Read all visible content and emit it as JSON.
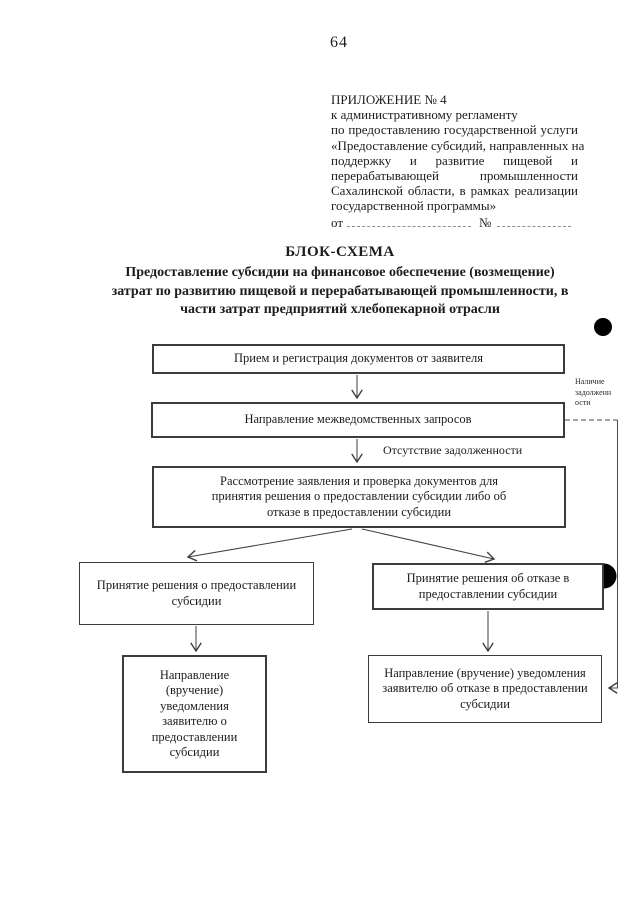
{
  "page": {
    "number": "64"
  },
  "appendix": {
    "lines": [
      "ПРИЛОЖЕНИЕ № 4",
      "к административному регламенту",
      "по предоставлению государственной услуги",
      "«Предоставление субсидий, направленных на",
      "поддержку и развитие пищевой и",
      "перерабатывающей промышленности",
      "Сахалинской области, в рамках реализации",
      "государственной программы»"
    ],
    "date_label": "от",
    "number_label": "№"
  },
  "title": {
    "heading": "БЛОК-СХЕМА",
    "subtitle_lines": [
      "Предоставление субсидии на финансовое обеспечение (возмещение)",
      "затрат по развитию пищевой и перерабатывающей промышленности, в",
      "части затрат предприятий хлебопекарной отрасли"
    ]
  },
  "flowchart": {
    "boxes": {
      "receive": "Прием и регистрация документов от заявителя",
      "requests": "Направление межведомственных запросов",
      "review": "Рассмотрение заявления и проверка документов для принятия решения о предоставлении субсидии либо об отказе в предоставлении субсидии",
      "grant_decision": "Принятие решения о предоставлении субсидии",
      "refuse_decision": "Принятие решения об отказе в предоставлении субсидии",
      "grant_notice": "Направление (вручение) уведомления заявителю о предоставлении субсидии",
      "refuse_notice": "Направление (вручение) уведомления заявителю об отказе в предоставлении субсидии"
    },
    "labels": {
      "no_debt": "Отсутствие задолженности",
      "debt_lines": [
        "Наличие",
        "задолженн",
        "ости"
      ]
    }
  },
  "colors": {
    "ink": "#1c1c1c",
    "box_border": "#3c3c3c",
    "connector": "#3f3f3f",
    "scan_mark": "#000000"
  }
}
